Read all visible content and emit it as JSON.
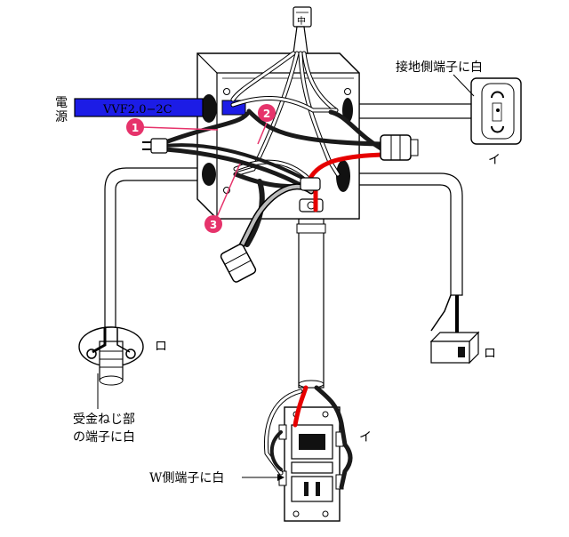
{
  "labels": {
    "top_conduit": "中",
    "power_char1": "電",
    "power_char2": "源",
    "cable_type": "VVF2.0−2C",
    "ground_terminal": "接地側端子に白",
    "outlet_mark": "イ",
    "lamp_mark": "ロ",
    "pilot_mark": "ロ",
    "switch_mark": "イ",
    "receptacle_line1": "受金ねじ部",
    "receptacle_line2": "の端子に白",
    "w_terminal": "W側端子に白"
  },
  "markers": [
    {
      "number": "1"
    },
    {
      "number": "2"
    },
    {
      "number": "3"
    }
  ],
  "colors": {
    "cable_blue": "#1c1ce6",
    "marker_pink": "#e6336b",
    "red_wire": "#e60000",
    "black_wire": "#1a1a1a",
    "white_wire": "#ffffff"
  }
}
